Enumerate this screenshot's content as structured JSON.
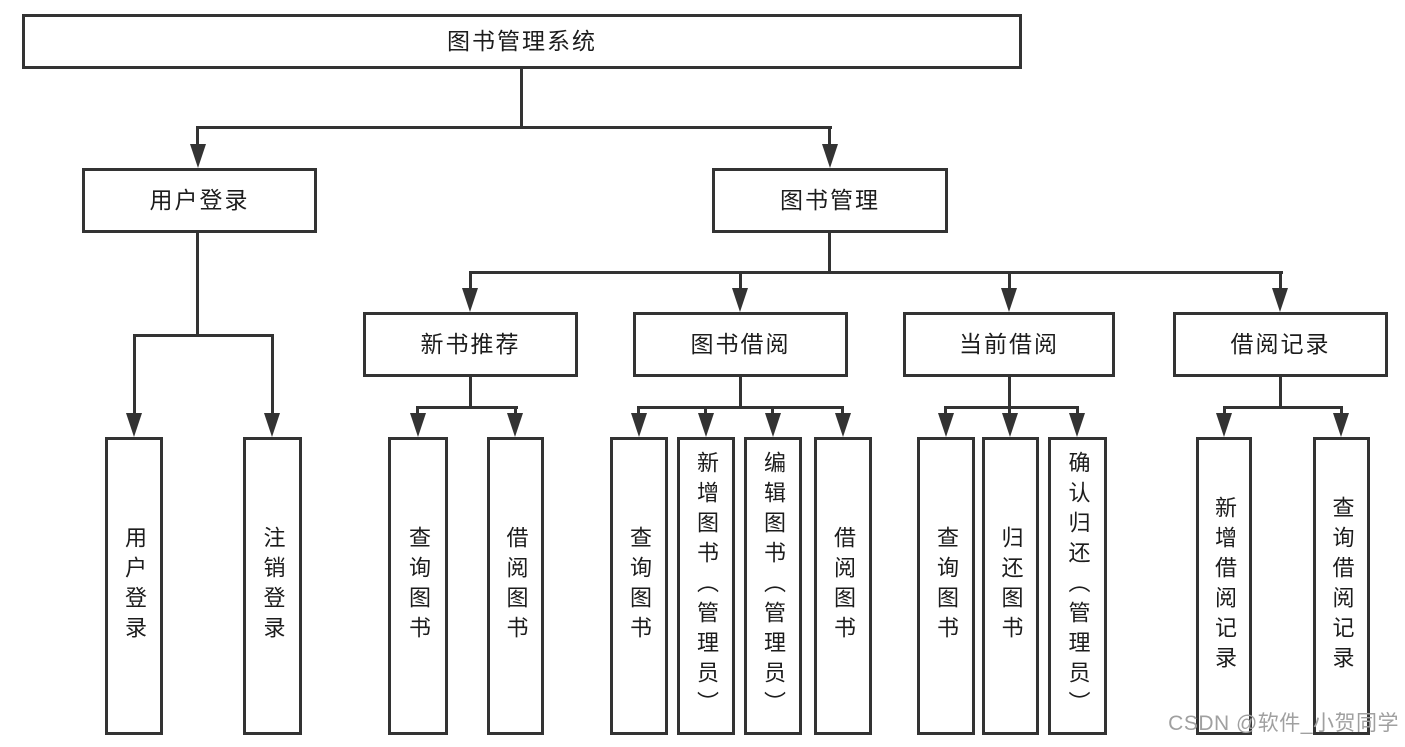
{
  "nodes": {
    "root": {
      "label": "图书管理系统"
    },
    "user_login": {
      "label": "用户登录"
    },
    "book_mgmt": {
      "label": "图书管理"
    },
    "new_books": {
      "label": "新书推荐"
    },
    "borrowing": {
      "label": "图书借阅"
    },
    "current": {
      "label": "当前借阅"
    },
    "records": {
      "label": "借阅记录"
    },
    "leaf_login": {
      "label": "用户登录"
    },
    "leaf_logout": {
      "label": "注销登录"
    },
    "leaf_query_books_1": {
      "label": "查询图书"
    },
    "leaf_borrow_books_1": {
      "label": "借阅图书"
    },
    "leaf_query_books_2": {
      "label": "查询图书"
    },
    "leaf_add_book_admin": {
      "label": "新增图书（管理员）"
    },
    "leaf_edit_book_admin": {
      "label": "编辑图书（管理员）"
    },
    "leaf_borrow_books_2": {
      "label": "借阅图书"
    },
    "leaf_query_books_3": {
      "label": "查询图书"
    },
    "leaf_return_books": {
      "label": "归还图书"
    },
    "leaf_confirm_return_admin": {
      "label": "确认归还（管理员）"
    },
    "leaf_add_borrow_record": {
      "label": "新增借阅记录"
    },
    "leaf_query_borrow_record": {
      "label": "查询借阅记录"
    }
  },
  "watermark": {
    "text": "CSDN @软件_小贺同学",
    "color": "#a0a0a0"
  },
  "colors": {
    "line": "#333333",
    "text": "#1c1c1c",
    "background": "#ffffff"
  }
}
